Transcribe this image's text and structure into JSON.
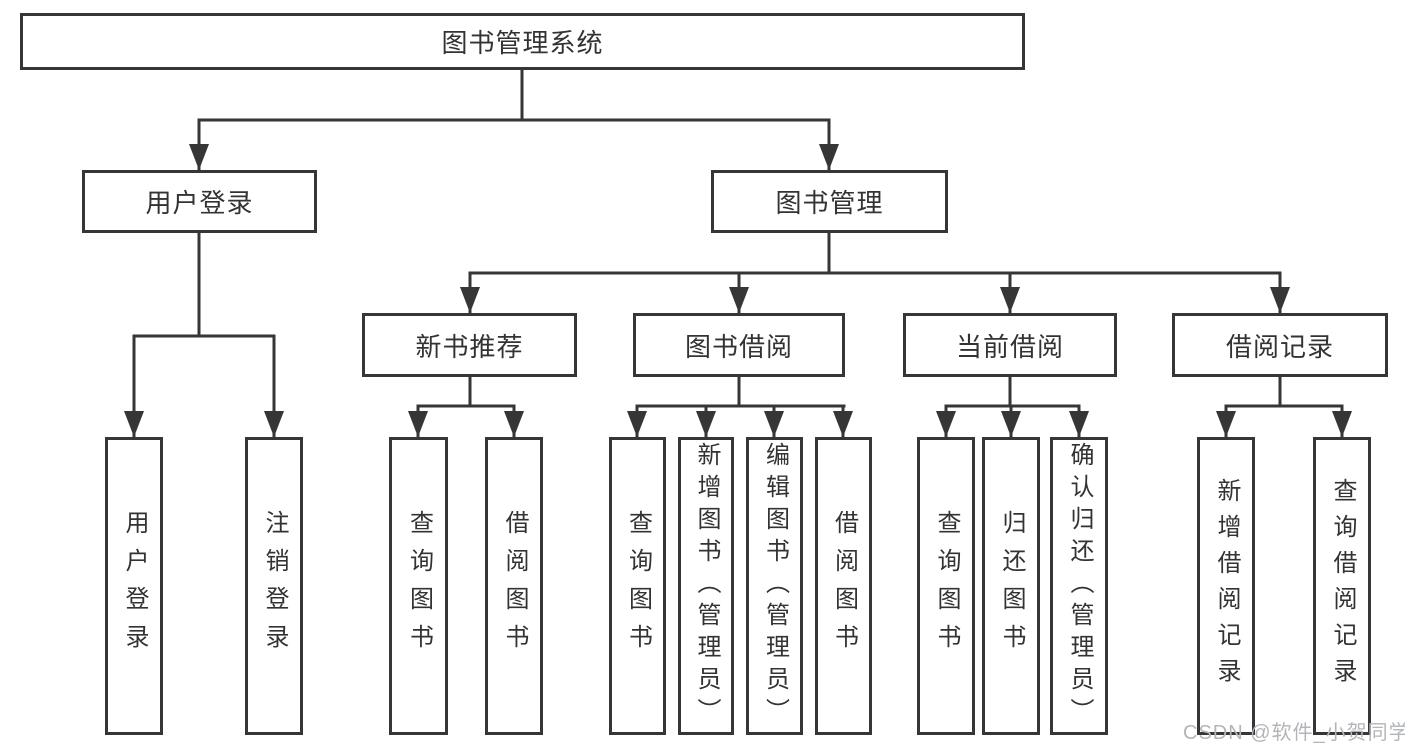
{
  "tree": {
    "root": "图书管理系统",
    "branches": [
      {
        "label": "用户登录",
        "children": [
          "用户登录",
          "注销登录"
        ]
      },
      {
        "label": "图书管理",
        "children": [
          {
            "label": "新书推荐",
            "children": [
              "查询图书",
              "借阅图书"
            ]
          },
          {
            "label": "图书借阅",
            "children": [
              "查询图书",
              "新增图书（管理员）",
              "编辑图书（管理员）",
              "借阅图书"
            ]
          },
          {
            "label": "当前借阅",
            "children": [
              "查询图书",
              "归还图书",
              "确认归还（管理员）"
            ]
          },
          {
            "label": "借阅记录",
            "children": [
              "新增借阅记录",
              "查询借阅记录"
            ]
          }
        ]
      }
    ]
  },
  "watermark": {
    "text": "CSDN @软件_小贺同学"
  },
  "colors": {
    "line": "#363636",
    "text": "#333333",
    "node_background": "#ffffff",
    "watermark": "#b2b5b9",
    "background": "#ffffff"
  }
}
